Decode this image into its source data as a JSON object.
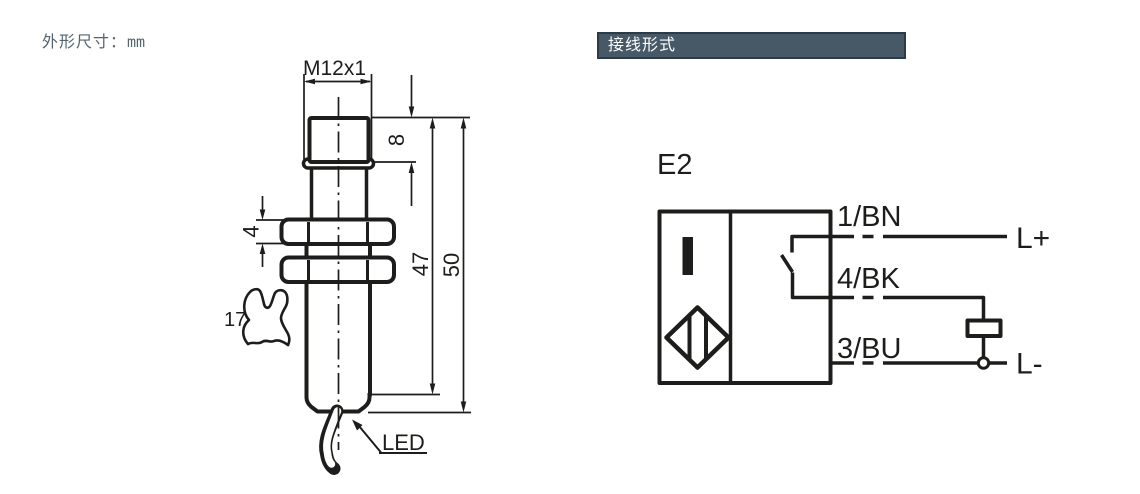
{
  "note": {
    "label": "外形尺寸：",
    "unit": "mm"
  },
  "section": {
    "title": "接线形式"
  },
  "sensor_drawing": {
    "thread_spec": "M12x1",
    "head_length_mm": "8",
    "nut_thickness_mm": "4",
    "body_length_mm": "47",
    "total_length_mm": "50",
    "wrench_size_mm": "17",
    "indicator_label": "LED"
  },
  "wiring_diagram": {
    "circuit_label": "E2",
    "pins": [
      {
        "label": "1/BN"
      },
      {
        "label": "4/BK"
      },
      {
        "label": "3/BU"
      }
    ],
    "terminals": [
      {
        "label": "L+"
      },
      {
        "label": "L-"
      }
    ]
  },
  "colors": {
    "ink": "#1d1d1b",
    "header_bg": "#475866",
    "header_border": "#2d3b47",
    "note_text": "#56646e"
  }
}
